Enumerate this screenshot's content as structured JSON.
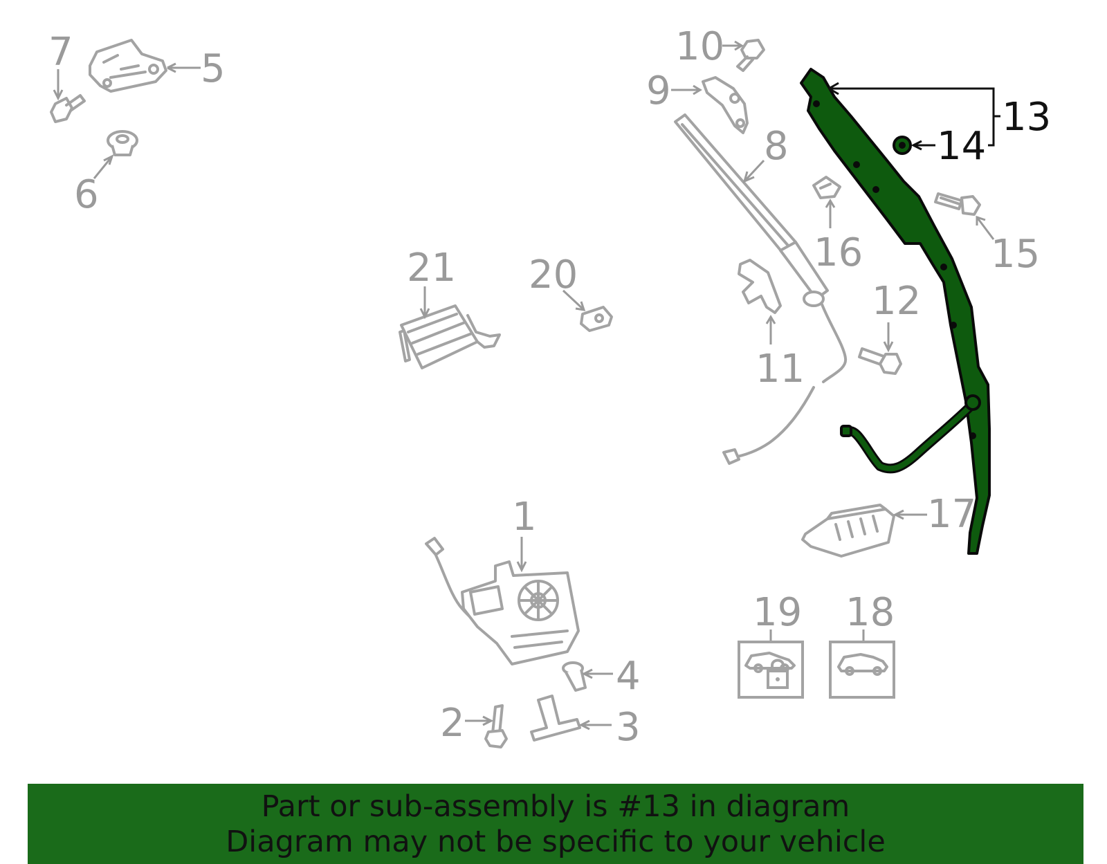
{
  "callouts": {
    "c1": "1",
    "c2": "2",
    "c3": "3",
    "c4": "4",
    "c5": "5",
    "c6": "6",
    "c7": "7",
    "c8": "8",
    "c9": "9",
    "c10": "10",
    "c11": "11",
    "c12": "12",
    "c13": "13",
    "c14": "14",
    "c15": "15",
    "c16": "16",
    "c17": "17",
    "c18": "18",
    "c19": "19",
    "c20": "20",
    "c21": "21"
  },
  "highlight_color": "#1a6b1a",
  "banner": {
    "line1": "Part or sub-assembly is #13 in diagram",
    "line2": "Diagram may not be specific to your vehicle"
  },
  "icons": {
    "box19": "vehicle-lock-icon",
    "box18": "vehicle-icon"
  }
}
